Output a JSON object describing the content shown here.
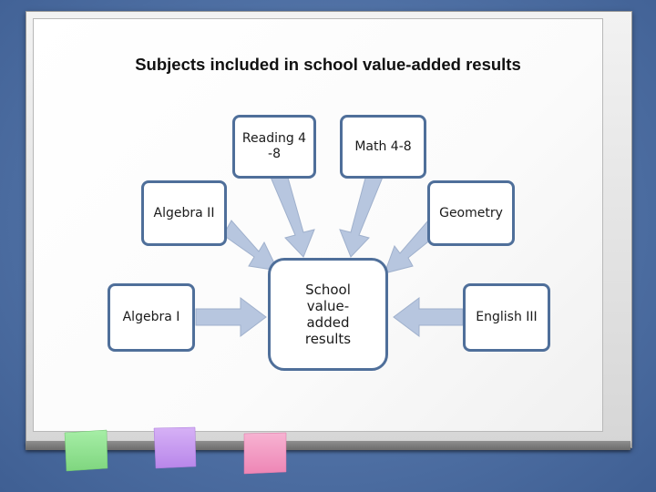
{
  "title": "Subjects included in school value-added results",
  "center": {
    "label": "School value-added results",
    "lines": [
      "School",
      "value-",
      "added",
      "results"
    ]
  },
  "subjects": {
    "reading": {
      "lines": [
        "Reading 4",
        "-8"
      ]
    },
    "math": "Math 4-8",
    "algebra2": "Algebra II",
    "geometry": "Geometry",
    "algebra1": "Algebra I",
    "english3": "English III"
  },
  "colors": {
    "box_border": "#4f6f9a",
    "arrow_fill": "#b7c6df",
    "note_green": "#8fe08f",
    "note_purple": "#c79af0",
    "note_pink": "#f29ac2"
  }
}
